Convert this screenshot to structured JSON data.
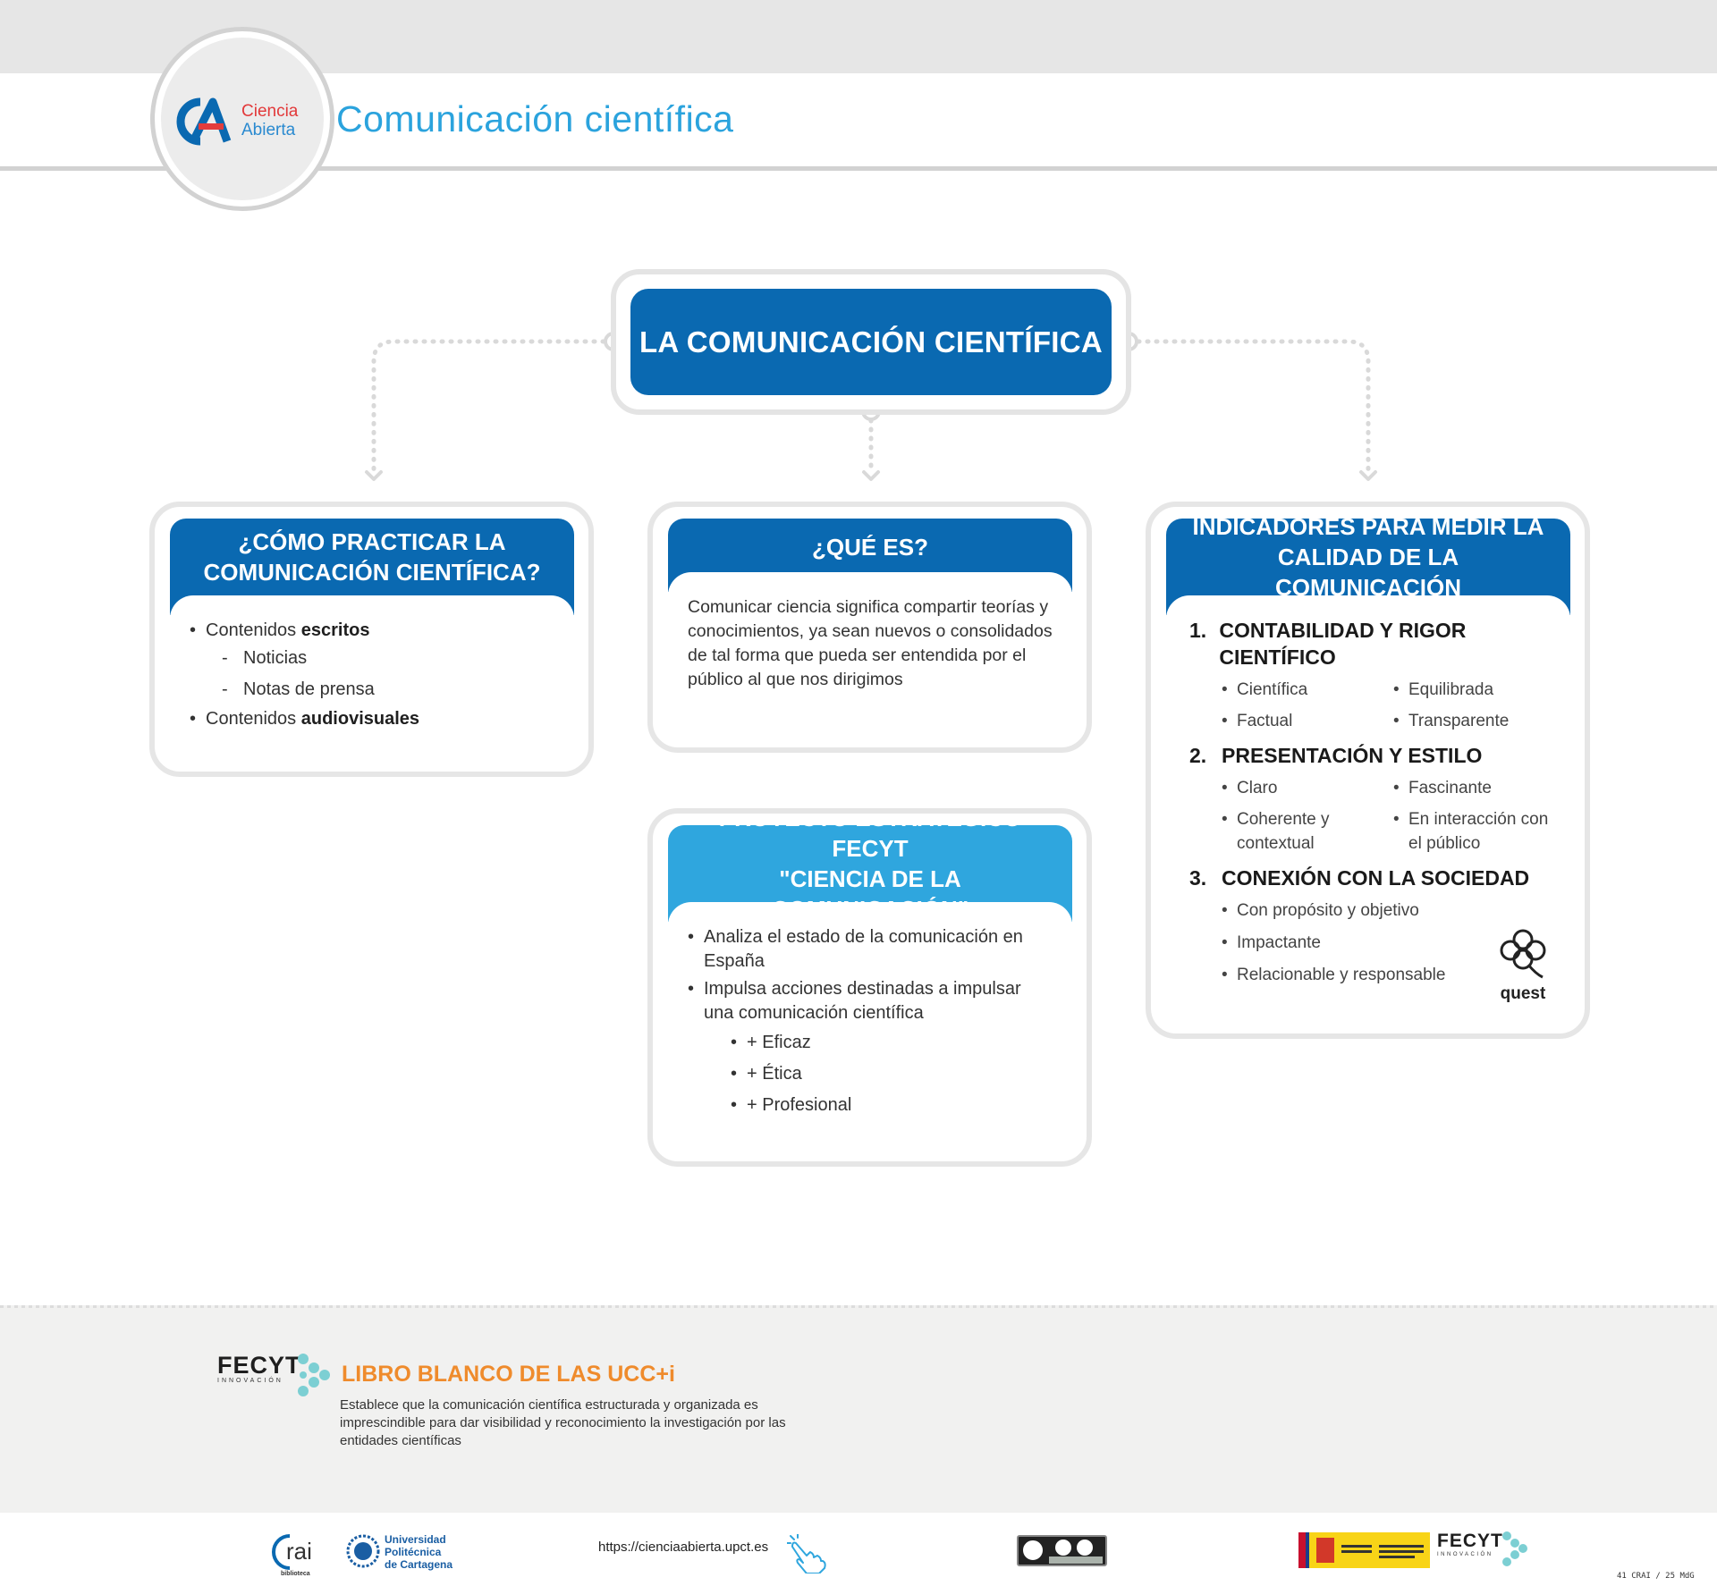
{
  "header": {
    "logo_line1": "Ciencia",
    "logo_line2": "Abierta",
    "title": "Comunicación científica"
  },
  "root": {
    "label": "LA COMUNICACIÓN CIENTÍFICA"
  },
  "card_practice": {
    "title_line1": "¿CÓMO PRACTICAR LA",
    "title_line2": "COMUNICACIÓN CIENTÍFICA?",
    "item1_prefix": "Contenidos ",
    "item1_bold": "escritos",
    "sub1": "Noticias",
    "sub2": "Notas de prensa",
    "item2_prefix": "Contenidos ",
    "item2_bold": "audiovisuales"
  },
  "card_what": {
    "title": "¿QUÉ ES?",
    "text": "Comunicar ciencia significa compartir teorías y conocimientos, ya sean nuevos o consolidados de tal forma que pueda ser entendida por el público al que nos dirigimos"
  },
  "card_fecyt": {
    "title_line1": "PROYECTO ESTRATÉGICO FECYT",
    "title_line2": "\"CIENCIA DE LA COMUNICACIÓN\"",
    "item1": "Analiza el estado de la comunicación en España",
    "item2": "Impulsa acciones destinadas a impulsar una comunicación científica",
    "plus1": "+ Eficaz",
    "plus2": "+ Ética",
    "plus3": "+ Profesional"
  },
  "card_indicators": {
    "title_line1": "INDICADORES PARA MEDIR LA",
    "title_line2": "CALIDAD DE LA COMUNICACIÓN",
    "s1_num": "1.",
    "s1_title": "CONTABILIDAD Y RIGOR CIENTÍFICO",
    "s1_items": [
      "Científica",
      "Equilibrada",
      "Factual",
      "Transparente"
    ],
    "s2_num": "2.",
    "s2_title": "PRESENTACIÓN Y ESTILO",
    "s2_items": [
      "Claro",
      "Fascinante",
      "Coherente y contextual",
      "En interacción con el público"
    ],
    "s3_num": "3.",
    "s3_title": "CONEXIÓN CON LA SOCIEDAD",
    "s3_items": [
      "Con propósito y objetivo",
      "Impactante",
      "Relacionable y responsable"
    ],
    "quest_label": "quest"
  },
  "footer": {
    "fecyt_word": "FECYT",
    "fecyt_sub": "INNOVACIÓN",
    "libro_title": "LIBRO BLANCO DE LAS UCC+i",
    "libro_desc": "Establece que la comunicación científica estructurada y organizada es imprescindible para dar visibilidad y reconocimiento la investigación por las entidades científicas",
    "crai_label": "rai",
    "crai_sub": "biblioteca",
    "upct_line1": "Universidad",
    "upct_line2": "Politécnica",
    "upct_line3": "de Cartagena",
    "url": "https://cienciaabierta.upct.es",
    "fecyt2_word": "FECYT",
    "fecyt2_sub": "INNOVACIÓN",
    "page_code": "41 CRAI / 25 MdG"
  },
  "colors": {
    "dark_blue": "#0a69b1",
    "light_blue": "#2fa6de",
    "title_blue": "#2ba3dd",
    "orange": "#ef8b2c"
  }
}
